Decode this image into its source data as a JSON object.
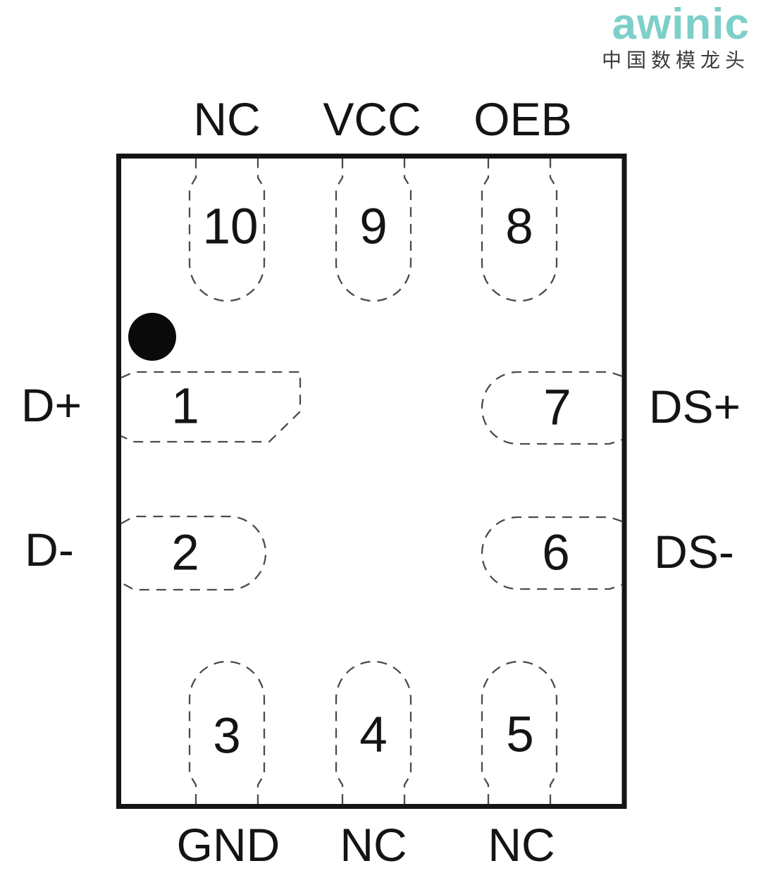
{
  "logo": {
    "brand": "awinic",
    "tagline": "中国数模龙头",
    "brand_color": "#7dcfc9",
    "tagline_color": "#3b3b3b"
  },
  "chip": {
    "package_style": "QFN-10 top view pinout",
    "pin1_marker": "filled-dot",
    "outline_color": "#141414",
    "pad_outline_color": "#4b4b4b",
    "pins": [
      {
        "number": "1",
        "signal": "D+",
        "side": "left"
      },
      {
        "number": "2",
        "signal": "D-",
        "side": "left"
      },
      {
        "number": "3",
        "signal": "GND",
        "side": "bottom"
      },
      {
        "number": "4",
        "signal": "NC",
        "side": "bottom"
      },
      {
        "number": "5",
        "signal": "NC",
        "side": "bottom"
      },
      {
        "number": "6",
        "signal": "DS-",
        "side": "right"
      },
      {
        "number": "7",
        "signal": "DS+",
        "side": "right"
      },
      {
        "number": "8",
        "signal": "OEB",
        "side": "top"
      },
      {
        "number": "9",
        "signal": "VCC",
        "side": "top"
      },
      {
        "number": "10",
        "signal": "NC",
        "side": "top"
      }
    ]
  }
}
